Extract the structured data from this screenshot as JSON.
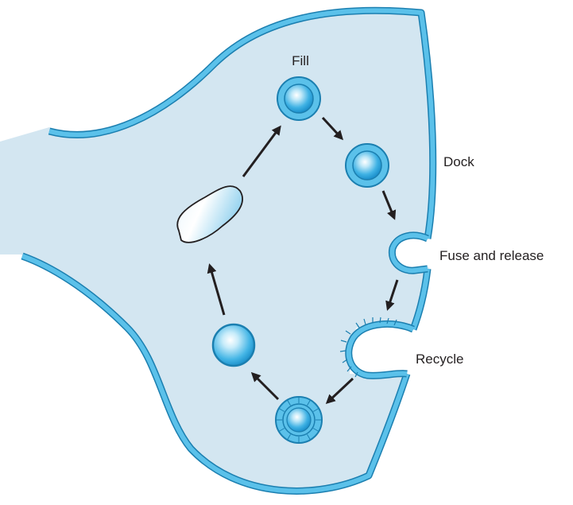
{
  "labels": {
    "fill": "Fill",
    "dock": "Dock",
    "fuse_release": "Fuse and release",
    "recycle": "Recycle"
  },
  "colors": {
    "cytoplasm": "#d3e6f1",
    "membrane": "#5bc1ea",
    "membrane_edge": "#1b7fb0",
    "vesicle_core": "#2a9fd8",
    "arrow": "#231f20",
    "text": "#231f20"
  }
}
